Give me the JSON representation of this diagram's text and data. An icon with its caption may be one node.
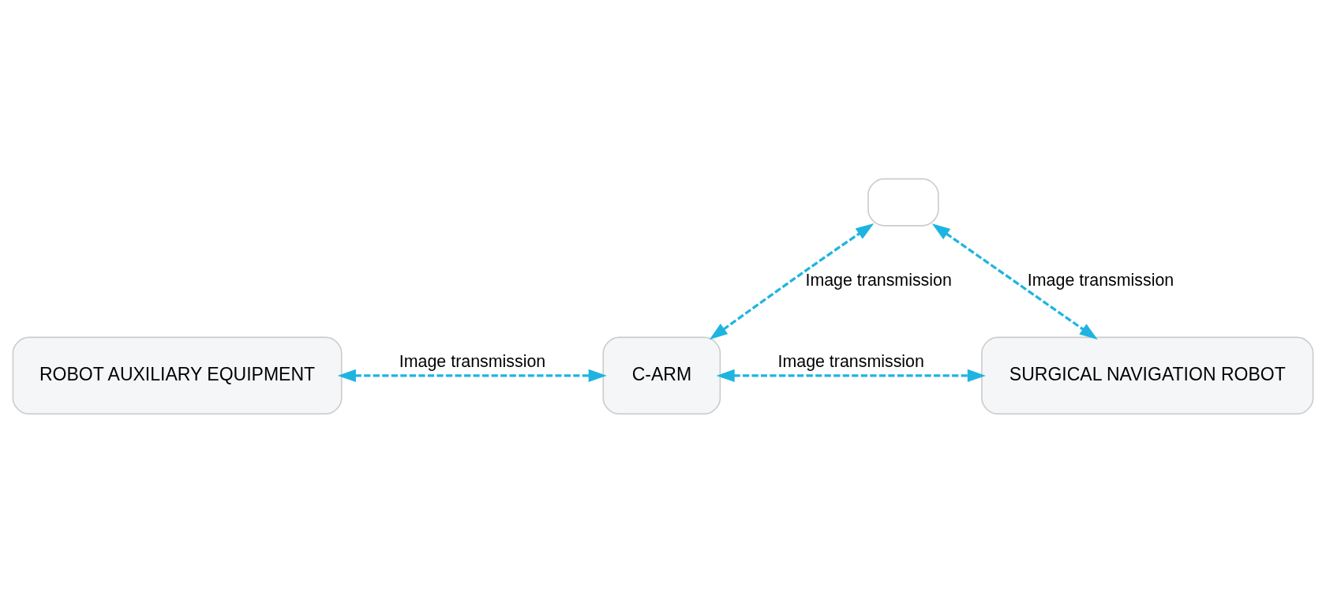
{
  "diagram": {
    "nodes": [
      {
        "text": [],
        "shape": "box"
      },
      {
        "text": [
          "ROBOT AUXILIARY EQUIPMENT"
        ]
      },
      {
        "text": [
          "C-ARM"
        ]
      },
      {
        "text": [
          "SURGICAL NAVIGATION ROBOT"
        ]
      }
    ],
    "edges": [
      {
        "from": 1,
        "to": 2,
        "arrow": "both",
        "label": "Image transmission",
        "style": "dashed",
        "color": "#1fb4e0"
      },
      {
        "from": 2,
        "to": 0,
        "arrow": "both",
        "label": "Image transmission",
        "style": "dashed",
        "color": "#1fb4e0"
      },
      {
        "from": 0,
        "to": 3,
        "arrow": "both",
        "label": "Image transmission",
        "style": "dashed",
        "color": "#1fb4e0"
      },
      {
        "from": 2,
        "to": 3,
        "arrow": "both",
        "label": "Image transmission",
        "style": "dashed",
        "color": "#1fb4e0"
      }
    ]
  }
}
